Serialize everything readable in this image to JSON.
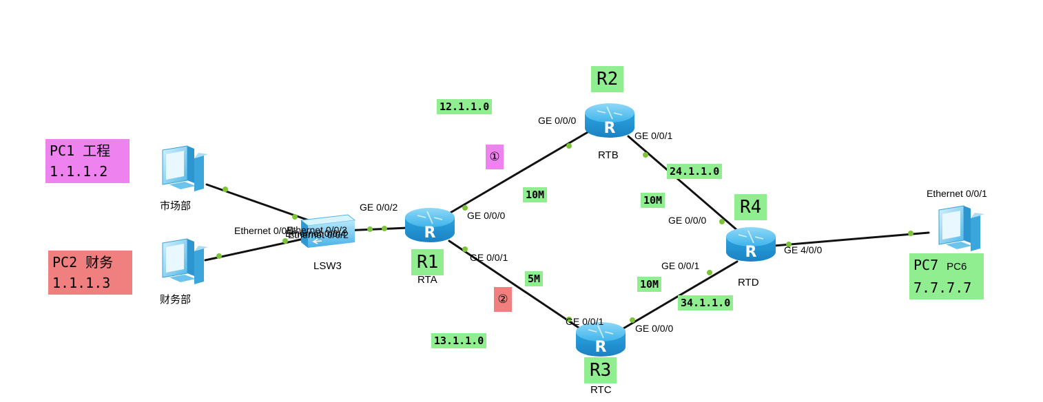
{
  "colors": {
    "link": "#111111",
    "port_dot": "#7dc43a",
    "router_blue": "#2aa6e0",
    "green_label": "#90ee90",
    "pink_label": "#ee82ee",
    "red_label": "#f08080"
  },
  "devices": {
    "pc1": {
      "label": "市场部",
      "icon": "pc-icon"
    },
    "pc2": {
      "label": "财务部",
      "icon": "pc-icon"
    },
    "pc6": {
      "label": "PC6",
      "icon": "pc-icon",
      "port": "Ethernet 0/0/1"
    },
    "lsw3": {
      "label": "LSW3",
      "icon": "switch-icon",
      "ports_overlap": "Ethernet 0/0/1",
      "port_a": "Ethernet 0/0/3",
      "port_b": "Ethernet 0/0/4",
      "port_c": "Ethernet 0/0/2"
    },
    "rta": {
      "label": "RTA",
      "tag": "R1",
      "icon": "router-icon"
    },
    "rtb": {
      "label": "RTB",
      "tag": "R2",
      "icon": "router-icon"
    },
    "rtc": {
      "label": "RTC",
      "tag": "R3",
      "icon": "router-icon"
    },
    "rtd": {
      "label": "RTD",
      "tag": "R4",
      "icon": "router-icon"
    }
  },
  "ports": {
    "rta_ge002": "GE 0/0/2",
    "rta_ge000": "GE 0/0/0",
    "rta_ge001": "GE 0/0/1",
    "rtb_ge000": "GE 0/0/0",
    "rtb_ge001": "GE 0/0/1",
    "rtc_ge001": "GE 0/0/1",
    "rtc_ge000": "GE 0/0/0",
    "rtd_ge000": "GE 0/0/0",
    "rtd_ge001": "GE 0/0/1",
    "rtd_ge400": "GE 4/0/0"
  },
  "networks": {
    "net12": "12.1.1.0",
    "net13": "13.1.1.0",
    "net24": "24.1.1.0",
    "net34": "34.1.1.0"
  },
  "bandwidth": {
    "r1_r2": "10M",
    "r2_r4": "10M",
    "r1_r3": "5M",
    "r3_r4": "10M"
  },
  "annotations": {
    "pc1_line1": "PC1 工程",
    "pc1_line2": "1.1.1.2",
    "pc2_line1": "PC2 财务",
    "pc2_line2": "1.1.1.3",
    "pc7_line1": "PC7",
    "pc7_line2": "7.7.7.7",
    "path1": "①",
    "path2": "②"
  }
}
